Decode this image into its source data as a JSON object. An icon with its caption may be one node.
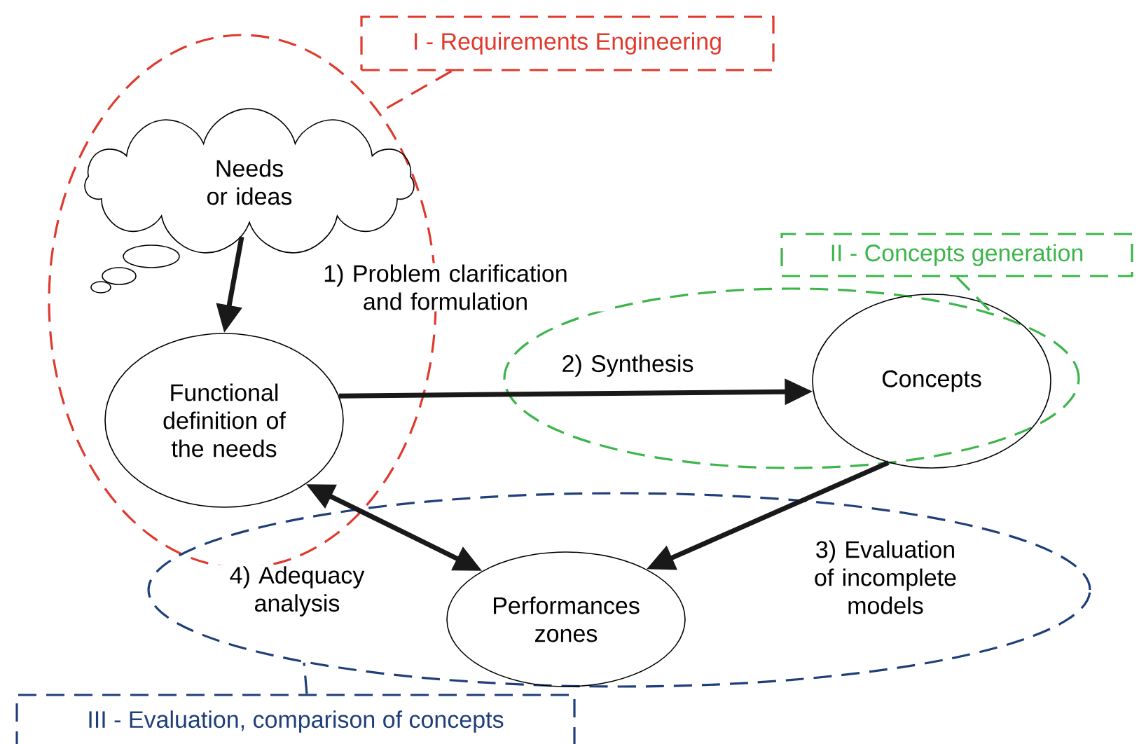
{
  "diagram": {
    "nodes": [
      {
        "text": [
          "I - Requirements Engineering"
        ]
      },
      {
        "text": [],
        "shape": "ellipse"
      },
      {
        "text": [
          "Needs or ideas"
        ],
        "in": 1
      },
      {
        "text": [
          "Functional definition of the needs"
        ],
        "in": 1
      },
      {
        "text": [
          "II - Concepts generation"
        ]
      },
      {
        "text": [],
        "shape": "ellipse"
      },
      {
        "text": [
          "Concepts"
        ],
        "in": 5
      },
      {
        "text": [],
        "shape": "ellipse"
      },
      {
        "text": [
          "Performances zones"
        ],
        "in": 7
      },
      {
        "text": [
          "III - Evaluation, comparison of concepts"
        ]
      }
    ],
    "edges": [
      {
        "from": 2,
        "to": 3,
        "arrow": "to",
        "label": "1) Problem clarification and formulation"
      },
      {
        "from": 3,
        "to": 6,
        "arrow": "to",
        "label": "2) Synthesis"
      },
      {
        "from": 6,
        "to": 8,
        "arrow": "to",
        "label": "3) Evaluation of incomplete models"
      },
      {
        "from": 3,
        "to": 8,
        "arrow": "both",
        "label": "4) Adequacy analysis"
      },
      {
        "from": 0,
        "to": 1,
        "arrow": "none",
        "style": "dashed",
        "color": "#e03a2e"
      },
      {
        "from": 4,
        "to": 5,
        "arrow": "none",
        "style": "dashed",
        "color": "#3cb54a"
      },
      {
        "from": 9,
        "to": 7,
        "arrow": "none",
        "style": "dashed",
        "color": "#1f3f7a"
      }
    ]
  }
}
